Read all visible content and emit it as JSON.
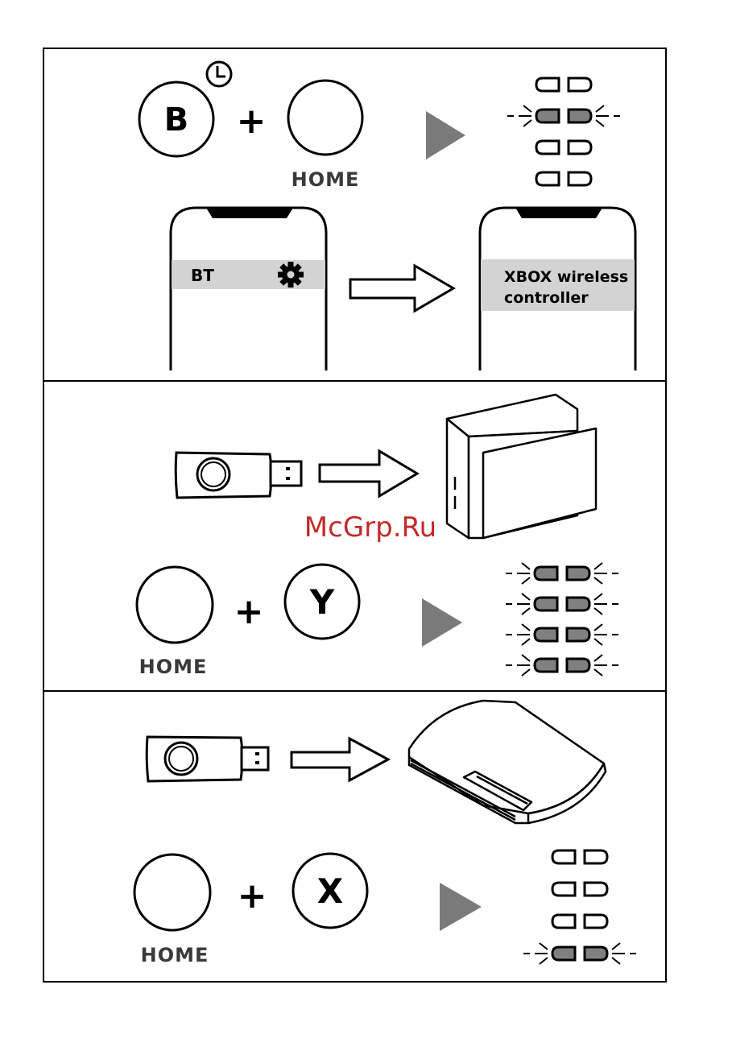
{
  "watermark": "McGrp.Ru",
  "labels": {
    "home": "HOME",
    "plus": "+",
    "button_b": "B",
    "button_y": "Y",
    "button_x": "X"
  },
  "panel1": {
    "phone_left_row": "BT",
    "phone_right_row_line1": "XBOX wireless",
    "phone_right_row_line2": "controller",
    "led_states": [
      0,
      1,
      0,
      0
    ]
  },
  "panel2": {
    "led_states": [
      1,
      1,
      1,
      1
    ]
  },
  "panel3": {
    "led_states": [
      0,
      0,
      0,
      1
    ]
  },
  "icons": [
    "clock-icon",
    "gear-icon",
    "usb-dongle-icon",
    "xbox-console-icon",
    "ps3-console-icon",
    "play-triangle-icon",
    "outline-arrow-icon",
    "led-icon"
  ],
  "colors": {
    "stroke": "#000000",
    "led_on_fill": "#808080",
    "triangle": "#7a7a7a",
    "phone_row": "#d3d3d3",
    "watermark": "#c22a2a"
  }
}
